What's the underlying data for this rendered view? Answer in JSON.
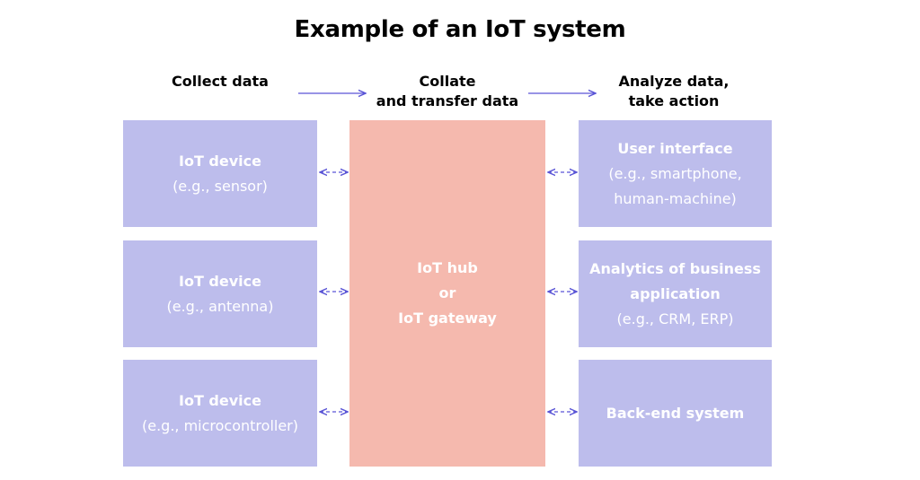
{
  "title": "Example of an IoT system",
  "columns": {
    "collect": "Collect data",
    "collate_line1": "Collate",
    "collate_line2": "and transfer data",
    "analyze_line1": "Analyze data,",
    "analyze_line2": "take action"
  },
  "devices": [
    {
      "name": "IoT device",
      "detail": "(e.g., sensor)"
    },
    {
      "name": "IoT device",
      "detail": "(e.g., antenna)"
    },
    {
      "name": "IoT device",
      "detail": "(e.g., microcontroller)"
    }
  ],
  "hub": {
    "line1": "IoT hub",
    "line2": "or",
    "line3": "IoT gateway"
  },
  "outputs": [
    {
      "name": "User interface",
      "detail_line1": "(e.g., smartphone,",
      "detail_line2": "human-machine)"
    },
    {
      "name_line1": "Analytics of business",
      "name_line2": "application",
      "detail": "(e.g., CRM, ERP)"
    },
    {
      "name": "Back-end system"
    }
  ],
  "colors": {
    "device_box": "#bdbdec",
    "hub_box": "#f5b9ae",
    "arrow": "#5a55d6",
    "text_on_box": "#ffffff"
  }
}
